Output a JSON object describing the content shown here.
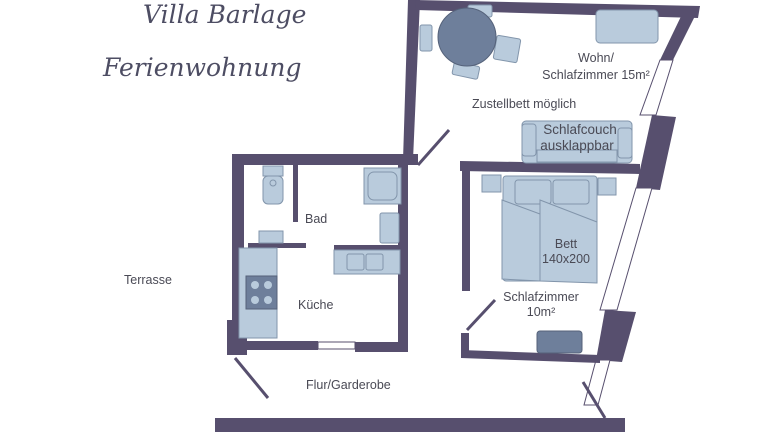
{
  "title": {
    "line1": "Villa Barlage",
    "line2": "Ferienwohnung"
  },
  "rooms": {
    "wohn_line1": "Wohn/",
    "wohn_line2": "Schlafzimmer 15m²",
    "zustellbett": "Zustellbett möglich",
    "couch_line1": "Schlafcouch",
    "couch_line2": "ausklappbar",
    "bad": "Bad",
    "kueche": "Küche",
    "bett_line1": "Bett",
    "bett_line2": "140x200",
    "schlaf_line1": "Schlafzimmer",
    "schlaf_line2": "10m²",
    "flur": "Flur/Garderobe",
    "terrasse": "Terrasse"
  },
  "colors": {
    "wall": "#574f6e",
    "furniture": "#b9cbdc",
    "table": "#6e7f9b"
  }
}
